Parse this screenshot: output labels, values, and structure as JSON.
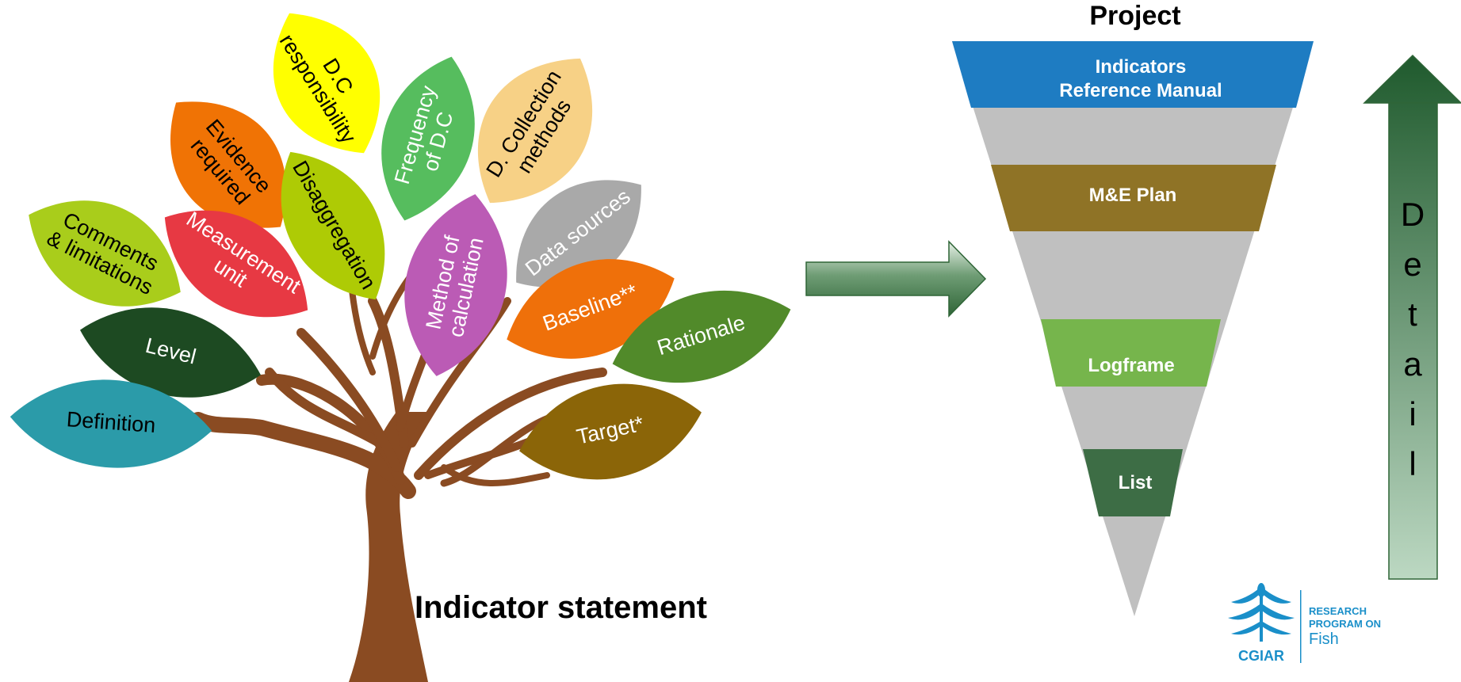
{
  "tree": {
    "caption": "Indicator statement",
    "colors": {
      "trunk": "#8a4b22"
    },
    "leaves": [
      {
        "id": "dc-responsibility",
        "lines": [
          "D.C",
          "responsibility"
        ],
        "color": "#ffff00",
        "text_color": "#000000"
      },
      {
        "id": "frequency-of-dc",
        "lines": [
          "Frequency",
          "of D.C"
        ],
        "color": "#56bd5e",
        "text_color": "#ffffff"
      },
      {
        "id": "dc-collection-methods",
        "lines": [
          "D. Collection",
          "methods"
        ],
        "color": "#f7d186",
        "text_color": "#000000"
      },
      {
        "id": "evidence-required",
        "lines": [
          "Evidence",
          "required"
        ],
        "color": "#f07305",
        "text_color": "#000000"
      },
      {
        "id": "disaggregation",
        "lines": [
          "Disaggregation"
        ],
        "color": "#aecb05",
        "text_color": "#000000"
      },
      {
        "id": "data-sources",
        "lines": [
          "Data sources"
        ],
        "color": "#a9a9a9",
        "text_color": "#ffffff"
      },
      {
        "id": "comments-limitations",
        "lines": [
          "Comments",
          "& limitations"
        ],
        "color": "#a9cd1b",
        "text_color": "#000000"
      },
      {
        "id": "measurement-unit",
        "lines": [
          "Measurement",
          "unit"
        ],
        "color": "#e73943",
        "text_color": "#ffffff"
      },
      {
        "id": "method-of-calculation",
        "lines": [
          "Method of",
          "calculation"
        ],
        "color": "#bb5bb5",
        "text_color": "#ffffff"
      },
      {
        "id": "baseline",
        "lines": [
          "Baseline**"
        ],
        "color": "#ef700a",
        "text_color": "#ffffff"
      },
      {
        "id": "level",
        "lines": [
          "Level"
        ],
        "color": "#1d4a22",
        "text_color": "#ffffff"
      },
      {
        "id": "rationale",
        "lines": [
          "Rationale"
        ],
        "color": "#518a2a",
        "text_color": "#ffffff"
      },
      {
        "id": "definition",
        "lines": [
          "Definition"
        ],
        "color": "#2b9ba9",
        "text_color": "#000000"
      },
      {
        "id": "target",
        "lines": [
          "Target*"
        ],
        "color": "#8b6508",
        "text_color": "#ffffff"
      }
    ]
  },
  "funnel": {
    "title": "Project",
    "bands": [
      {
        "id": "indicators-reference-manual",
        "lines": [
          "Indicators",
          "Reference Manual"
        ],
        "color": "#1e7cc2"
      },
      {
        "id": "me-plan",
        "lines": [
          "M&E Plan"
        ],
        "color": "#8f7326"
      },
      {
        "id": "logframe",
        "lines": [
          "Logframe"
        ],
        "color": "#76b54c"
      },
      {
        "id": "list",
        "lines": [
          "List"
        ],
        "color": "#3d6d45"
      }
    ],
    "colors": {
      "funnel_gray": "#c0c0c0"
    }
  },
  "detail_arrow": {
    "letters": [
      "D",
      "e",
      "t",
      "a",
      "i",
      "l"
    ],
    "colors": {
      "top": "#1f5a2d",
      "bottom": "#bcd8c2"
    }
  },
  "logo": {
    "brand": "CGIAR",
    "line1": "RESEARCH",
    "line2": "PROGRAM ON",
    "line3": "Fish",
    "colors": {
      "brand": "#1a8fc9"
    }
  }
}
